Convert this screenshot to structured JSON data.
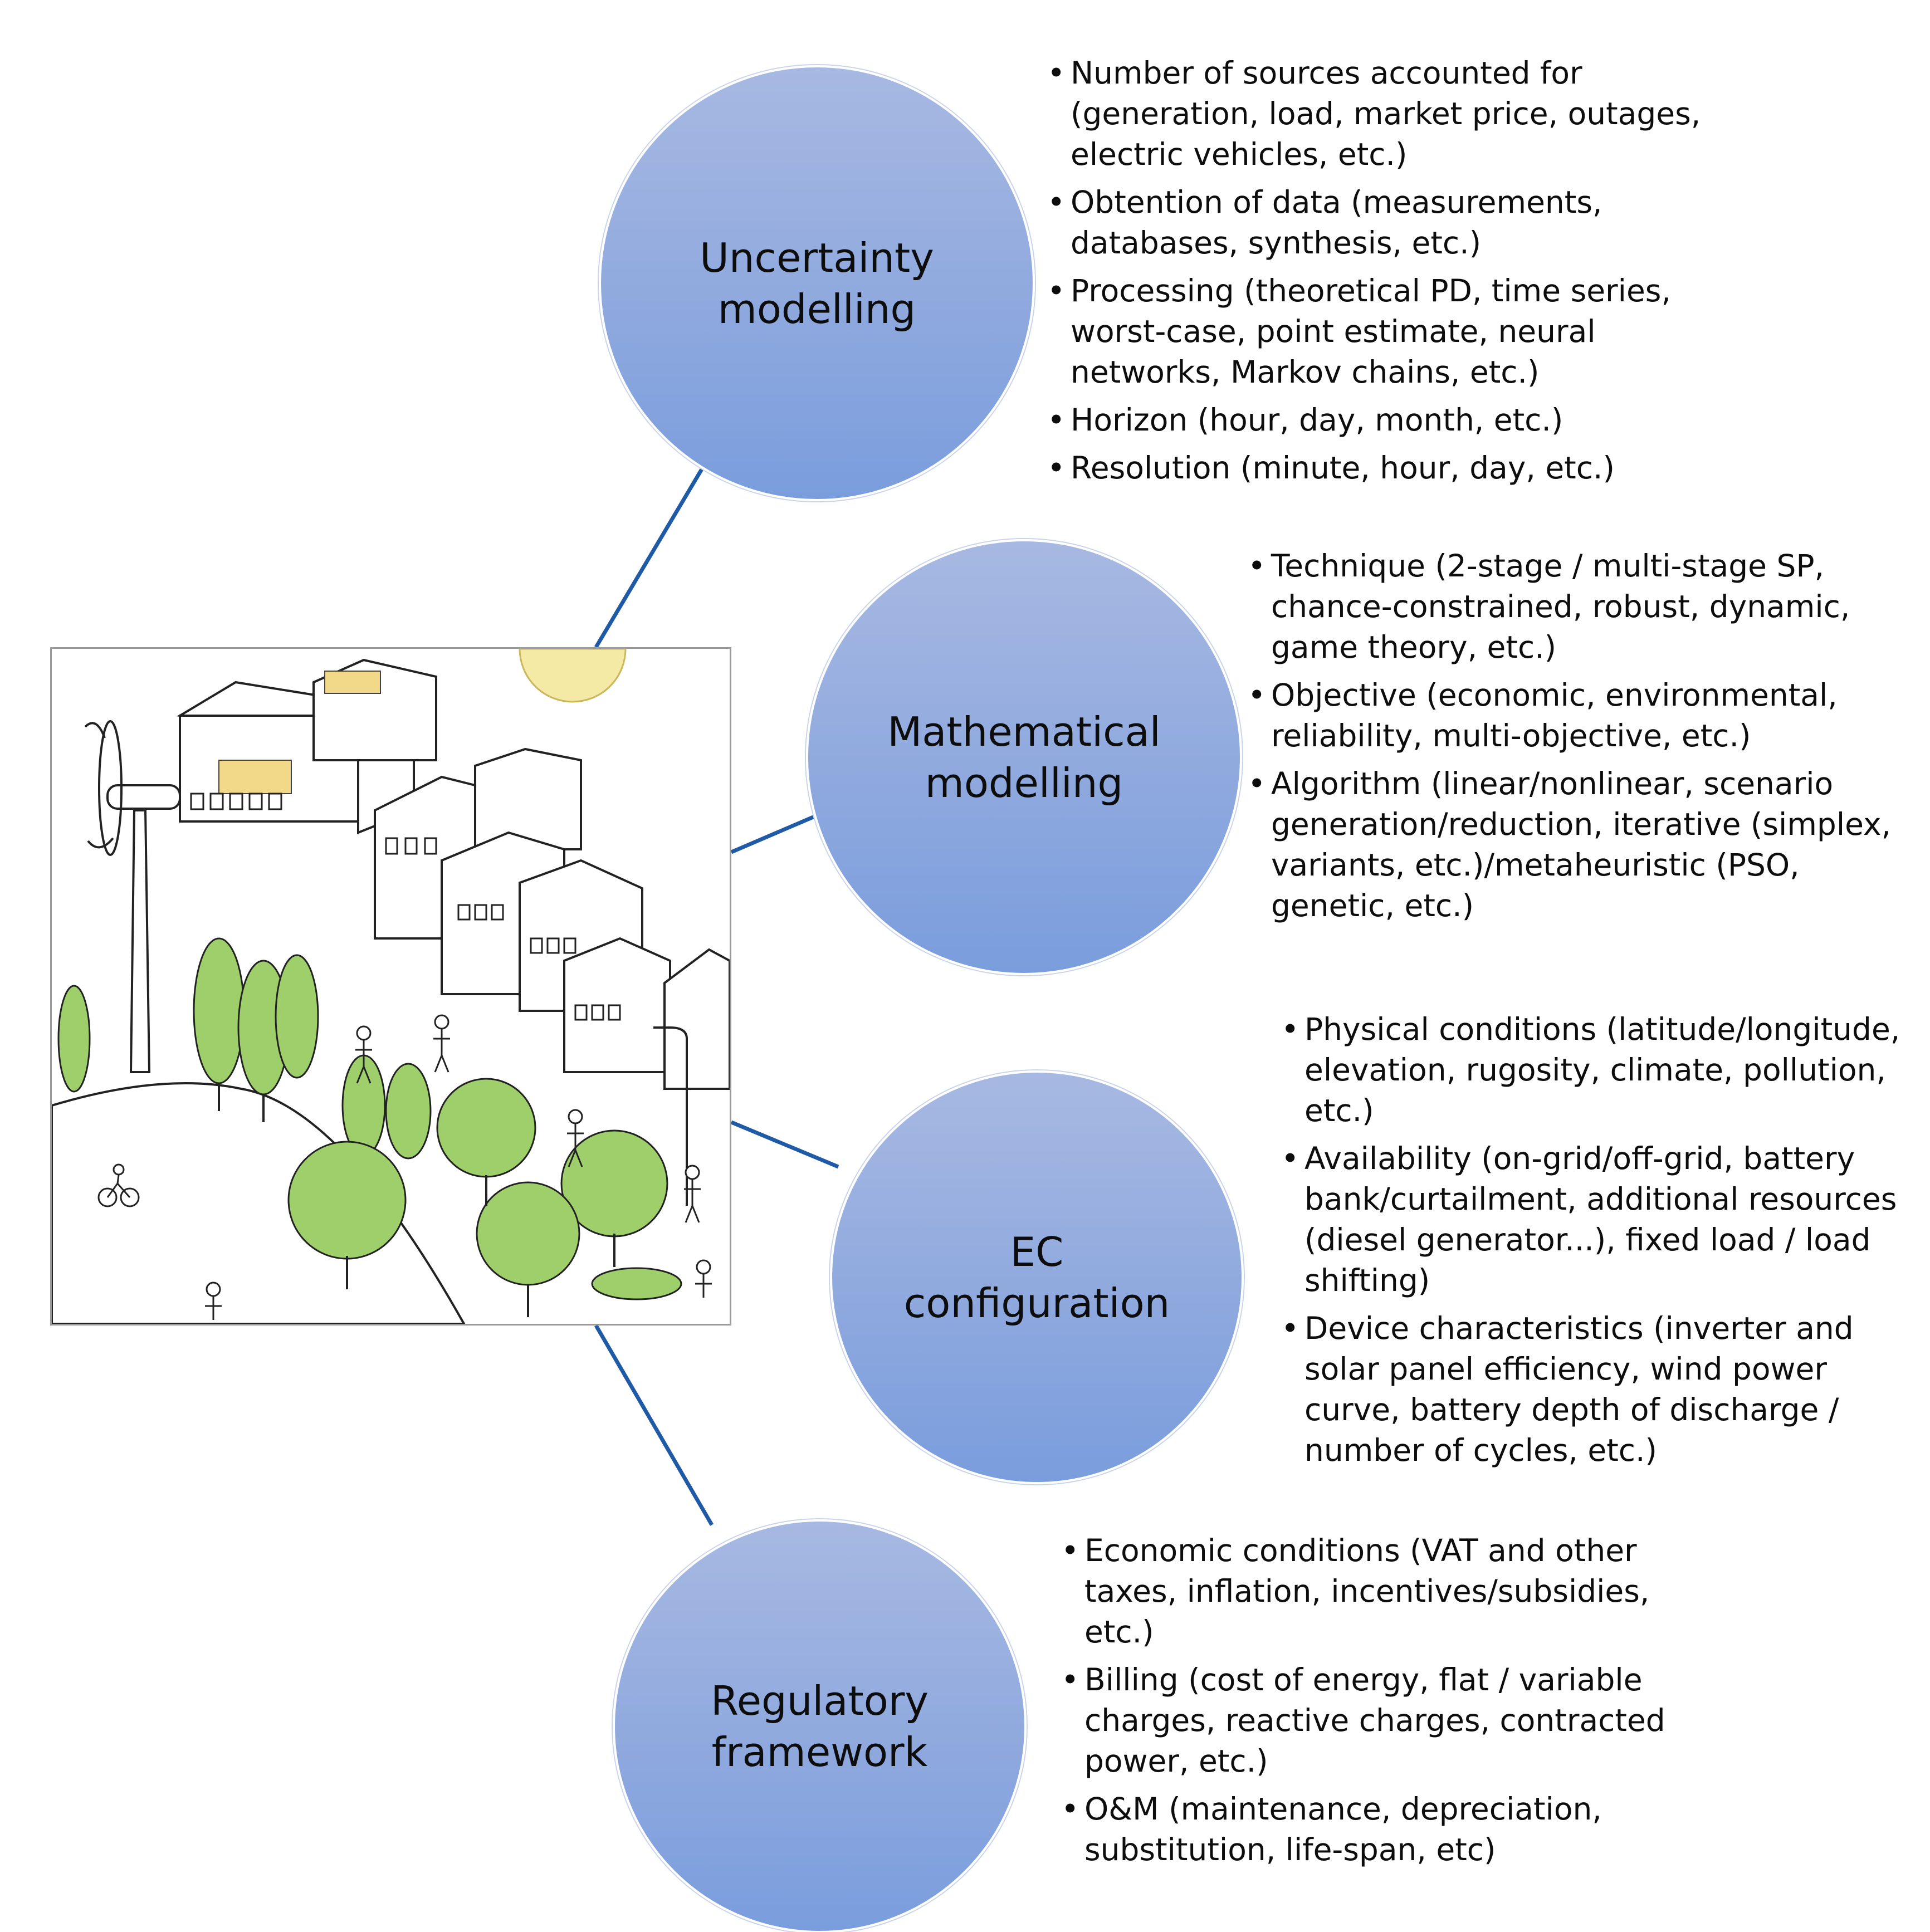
{
  "nodes": [
    {
      "id": "uncertainty",
      "label": "Uncertainty\nmodelling",
      "bullets": [
        "Number of sources accounted  for (generation, load, market price, outages, electric vehicles, etc.)",
        "Obtention of data (measurements, databases, synthesis, etc.)",
        "Processing (theoretical PD, time series, worst-case, point estimate, neural networks, Markov chains, etc.)",
        "Horizon (hour, day, month, etc.)",
        "Resolution (minute, hour, day, etc.)"
      ]
    },
    {
      "id": "mathematical",
      "label": "Mathematical\nmodelling",
      "bullets": [
        "Technique (2-stage / multi-stage SP, chance-constrained, robust, dynamic, game theory,  etc.)",
        "Objective (economic, environmental, reliability, multi-objective, etc.)",
        "Algorithm (linear/nonlinear, scenario generation/reduction, iterative (simplex, variants, etc.)/metaheuristic (PSO, genetic, etc.)"
      ]
    },
    {
      "id": "ec",
      "label": "EC\nconfiguration",
      "bullets": [
        "Physical conditions (latitude/longitude, elevation, rugosity, climate, pollution, etc.)",
        "Availability (on-grid/off-grid, battery bank/curtailment, additional resources (diesel generator...), fixed load / load shifting)",
        "Device characteristics (inverter and solar panel efficiency, wind power curve, battery depth of discharge / number of cycles, etc.)"
      ]
    },
    {
      "id": "regulatory",
      "label": "Regulatory\nframework",
      "bullets": [
        "Economic conditions (VAT and other taxes, inflation, incentives/subsidies, etc.)",
        "Billing (cost of energy, flat / variable charges, reactive charges, contracted power, etc.)",
        "O&M (maintenance, depreciation, substitution, life-span, etc)"
      ]
    }
  ],
  "colors": {
    "circle_fill": "#8fa9de",
    "connector": "#1f5aa6",
    "text": "#0d0d0d",
    "foliage": "#9fcf6b"
  },
  "illustration": {
    "icons": [
      "wind-turbine-icon",
      "solar-panel-icon",
      "building-icon",
      "tree-icon",
      "sun-icon",
      "person-icon",
      "bicycle-icon",
      "street-lamp-icon"
    ]
  }
}
